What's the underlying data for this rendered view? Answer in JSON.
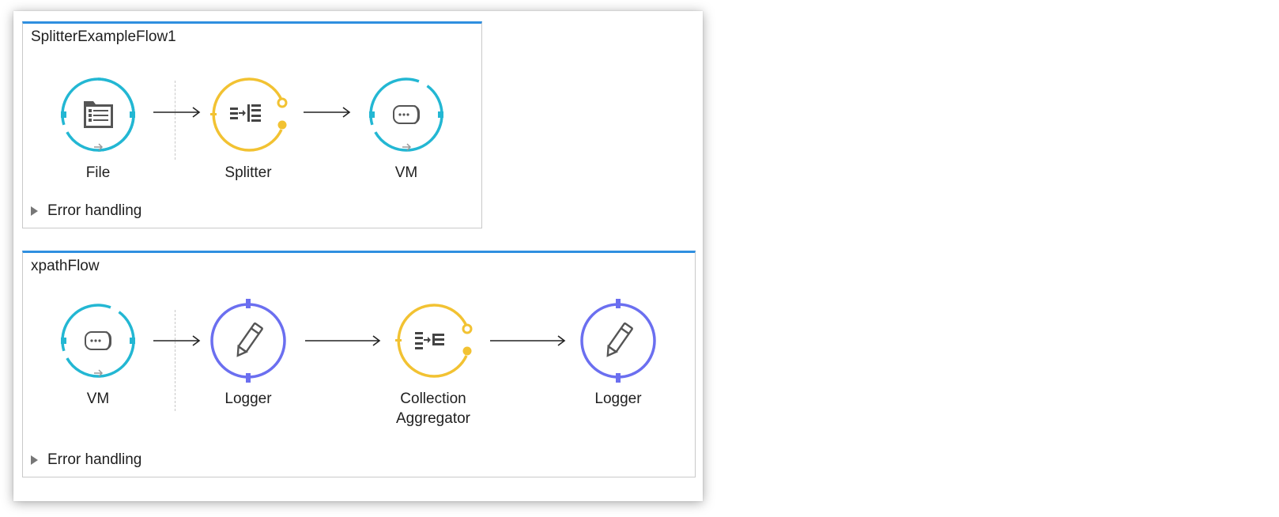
{
  "flows": [
    {
      "title": "SplitterExampleFlow1",
      "nodes": [
        {
          "label": "File",
          "type": "source",
          "icon": "folder-icon",
          "color": "#23b7d3"
        },
        {
          "label": "Splitter",
          "type": "router",
          "icon": "splitter-icon",
          "color": "#f2c232"
        },
        {
          "label": "VM",
          "type": "endpoint",
          "icon": "vm-queue-icon",
          "color": "#23b7d3"
        }
      ],
      "error_handling": "Error handling"
    },
    {
      "title": "xpathFlow",
      "nodes": [
        {
          "label": "VM",
          "type": "source",
          "icon": "vm-queue-icon",
          "color": "#23b7d3"
        },
        {
          "label": "Logger",
          "type": "component",
          "icon": "pencil-icon",
          "color": "#6b6ff0"
        },
        {
          "label": "Collection\nAggregator",
          "type": "router",
          "icon": "aggregator-icon",
          "color": "#f2c232"
        },
        {
          "label": "Logger",
          "type": "component",
          "icon": "pencil-icon",
          "color": "#6b6ff0"
        }
      ],
      "error_handling": "Error handling"
    }
  ],
  "colors": {
    "flow_header": "#2f8fe0",
    "endpoint": "#23b7d3",
    "router": "#f2c232",
    "component": "#6b6ff0"
  }
}
